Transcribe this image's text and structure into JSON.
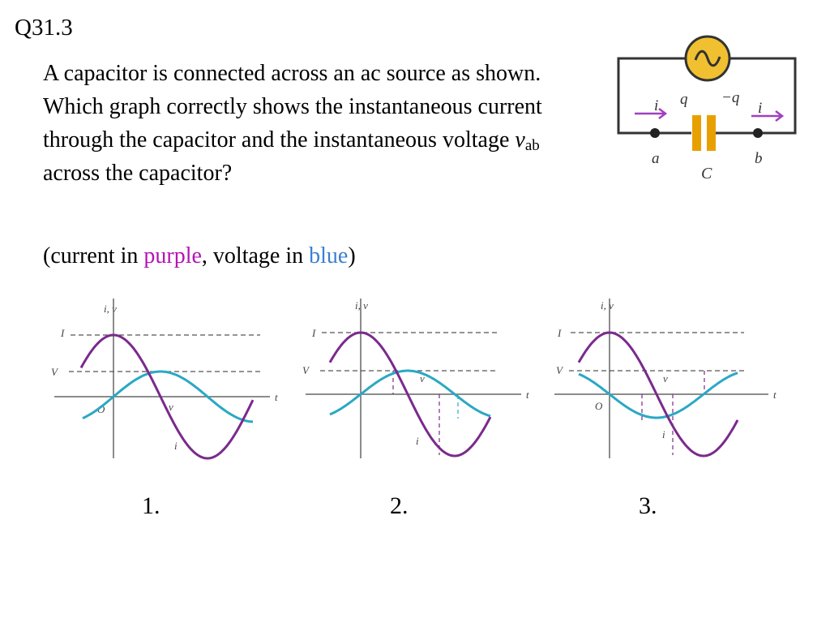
{
  "question": {
    "number": "Q31.3",
    "text_before_var": "A capacitor is connected across an ac source as shown. Which graph correctly shows the instantaneous current through the capacitor and the instantaneous voltage ",
    "var_base": "v",
    "var_sub": "ab",
    "text_after_var": " across the capacitor?"
  },
  "legend": {
    "open": "(current in ",
    "current_color_word": "purple",
    "mid": ", voltage in ",
    "voltage_color_word": "blue",
    "close": ")"
  },
  "circuit": {
    "labels": {
      "i_left": "i",
      "q_pos": "q",
      "q_neg": "−q",
      "i_right": "i",
      "node_a": "a",
      "node_b": "b",
      "cap": "C"
    },
    "colors": {
      "wire": "#333333",
      "source_fill": "#f0c030",
      "capacitor": "#e8a000",
      "arrow": "#a040c0"
    }
  },
  "graphs": {
    "axis_label": "i, v",
    "t_label": "t",
    "I_label": "I",
    "V_label": "V",
    "origin_label": "O",
    "i_label": "i",
    "v_label": "v",
    "current_color": "#7a2a8c",
    "voltage_color": "#2aa8c4",
    "options": [
      "1.",
      "2.",
      "3."
    ]
  }
}
